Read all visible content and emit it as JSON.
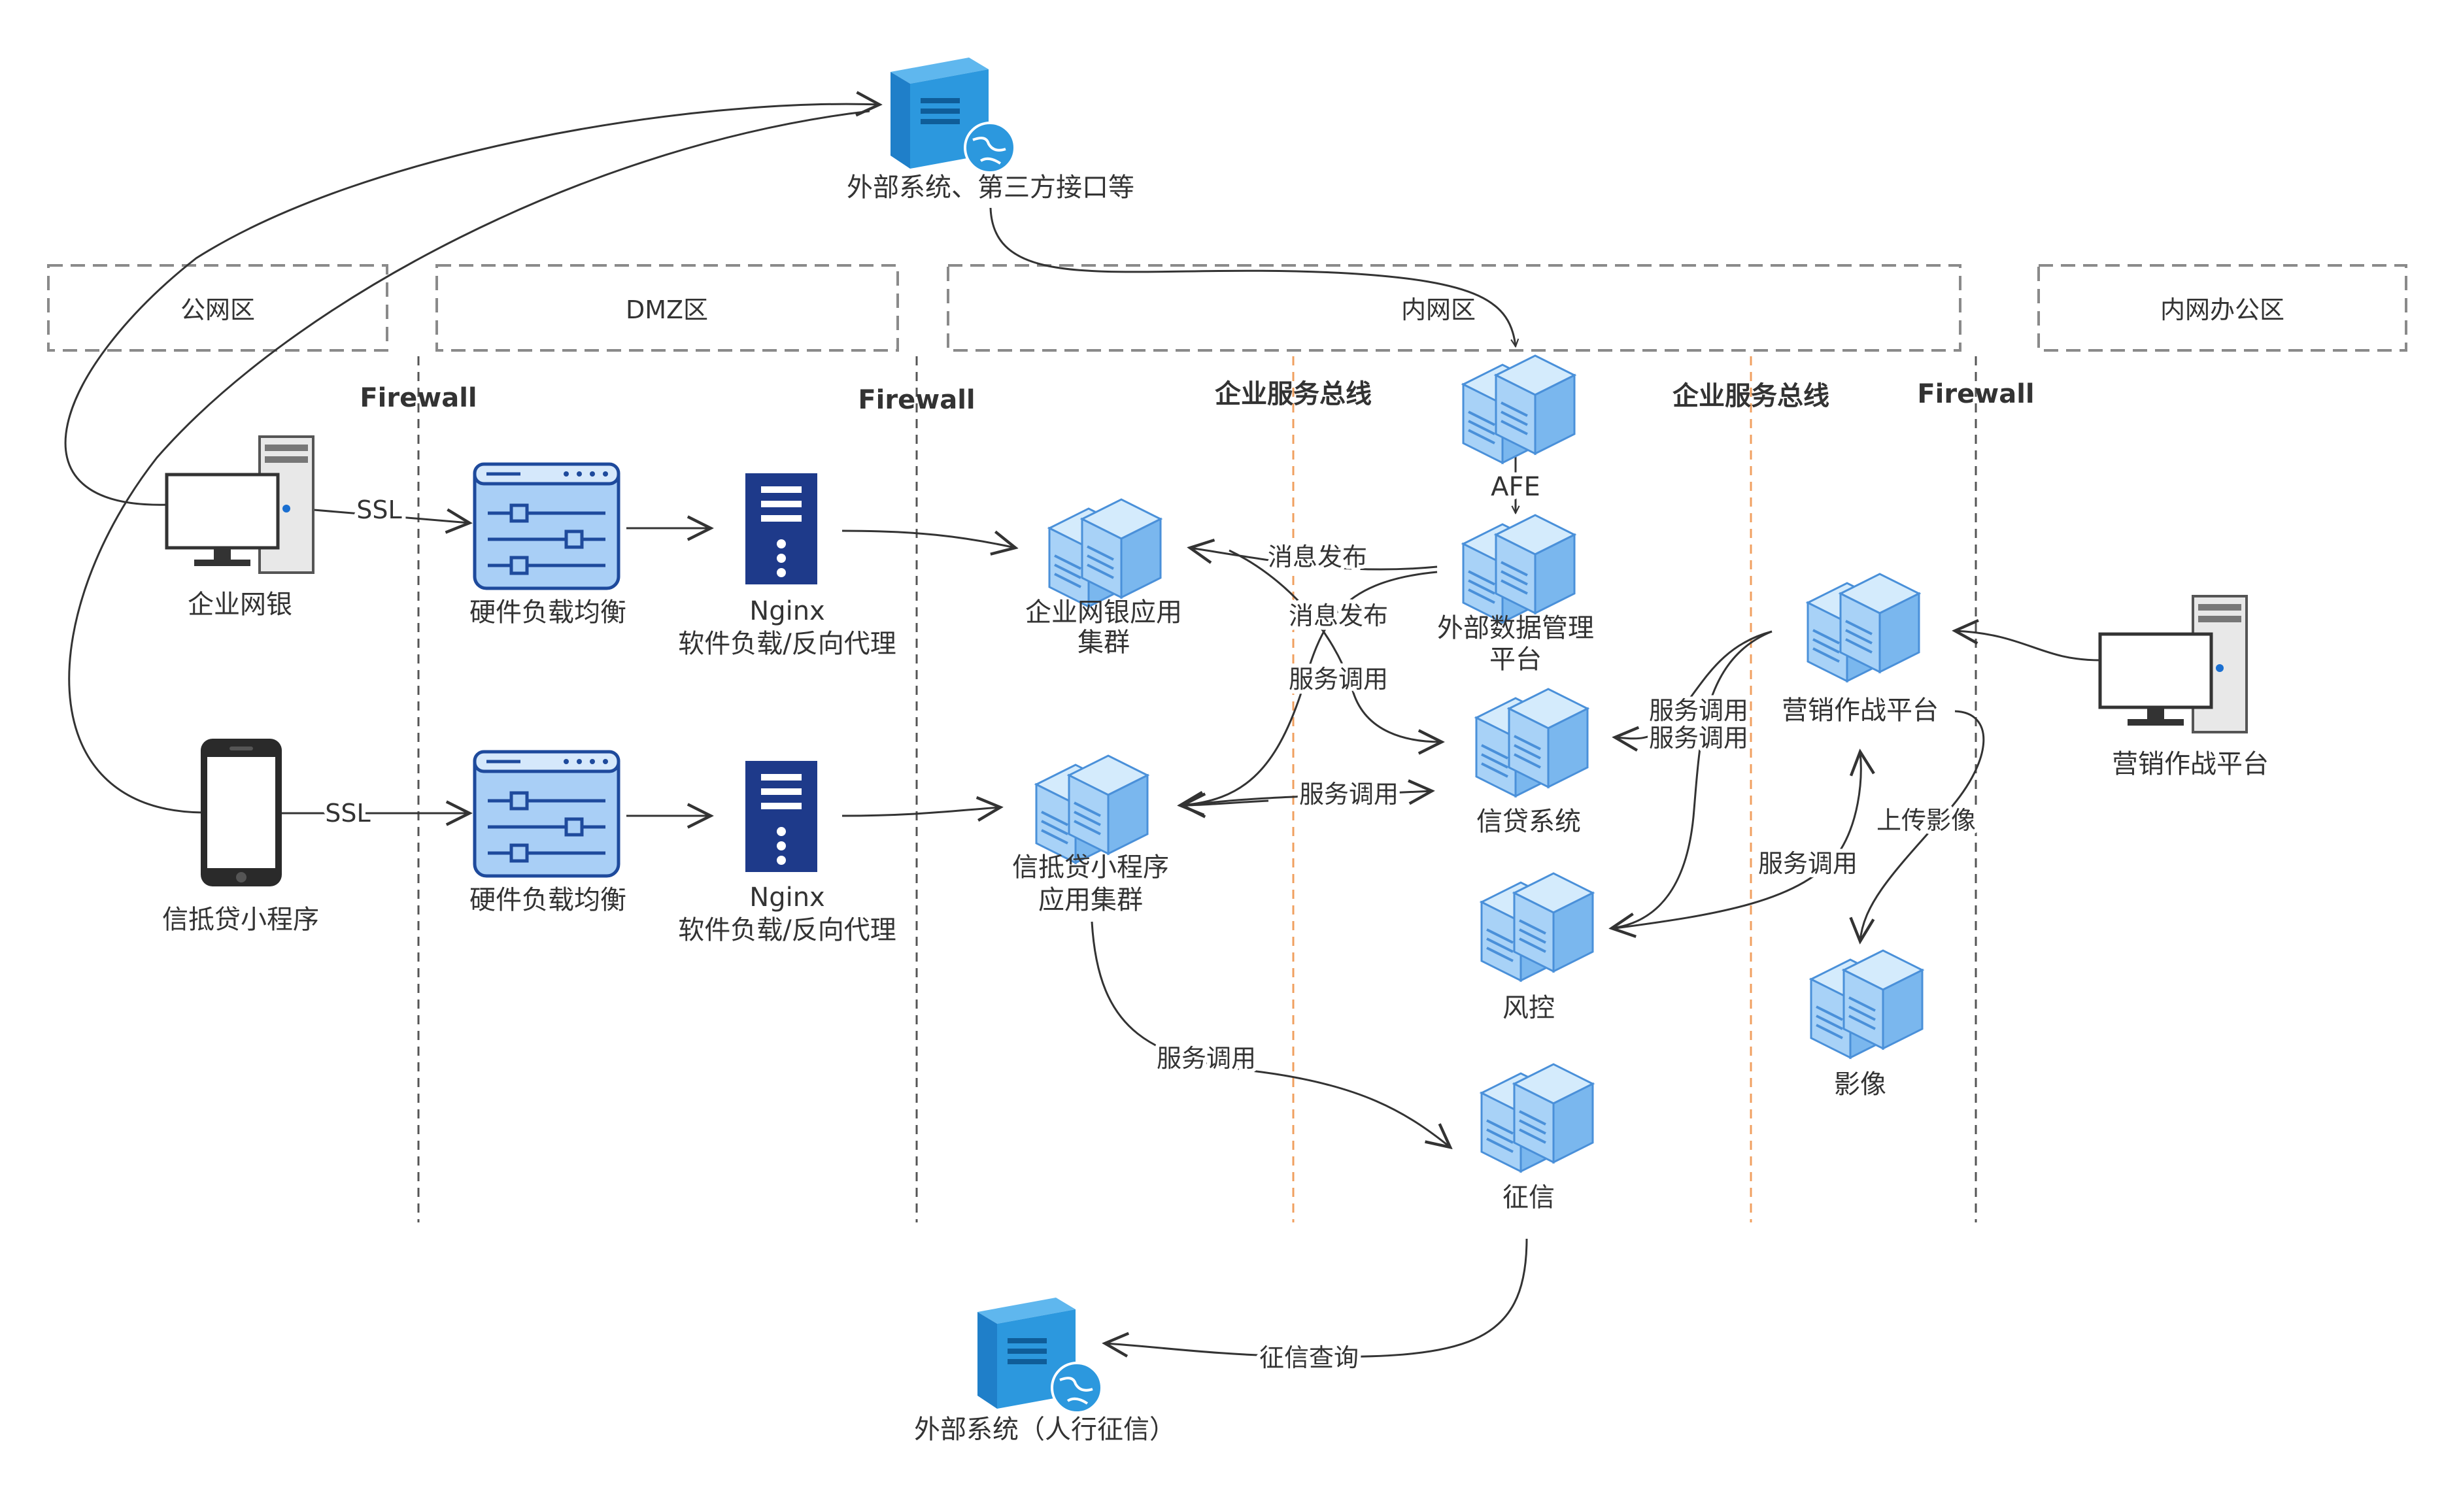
{
  "zones": {
    "public": "公网区",
    "dmz": "DMZ区",
    "intranet": "内网区",
    "office": "内网办公区"
  },
  "dividers": {
    "firewall_1": "Firewall",
    "firewall_2": "Firewall",
    "firewall_3": "Firewall",
    "esb_1": "企业服务总线",
    "esb_2": "企业服务总线"
  },
  "nodes": {
    "external_top": "外部系统、第三方接口等",
    "corp_ebank": "企业网银",
    "credit_mini": "信抵贷小程序",
    "hw_lb_1": "硬件负载均衡",
    "hw_lb_2": "硬件负载均衡",
    "nginx_1": {
      "title": "Nginx",
      "subtitle": "软件负载/反向代理"
    },
    "nginx_2": {
      "title": "Nginx",
      "subtitle": "软件负载/反向代理"
    },
    "ebank_app": {
      "line1": "企业网银应用",
      "line2": "集群"
    },
    "mini_app": {
      "line1": "信抵贷小程序",
      "line2": "应用集群"
    },
    "afe": "AFE",
    "ext_data": {
      "line1": "外部数据管理",
      "line2": "平台"
    },
    "credit_sys": "信贷系统",
    "risk": "风控",
    "credit_ref": "征信",
    "marketing_platform": "营销作战平台",
    "image": "影像",
    "marketing_client": "营销作战平台",
    "external_pboc": "外部系统（人行征信）"
  },
  "edges": {
    "ssl_1": "SSL",
    "ssl_2": "SSL",
    "msg_publish_1": "消息发布",
    "msg_publish_2": "消息发布",
    "service_call_1": "服务调用",
    "service_call_2": "服务调用",
    "service_call_3": "服务调用",
    "service_call_4": "服务调用",
    "service_call_5": "服务调用",
    "service_call_6": "服务调用",
    "upload_image": "上传影像",
    "credit_query": "征信查询"
  },
  "colors": {
    "server_blue": "#8ec5f5",
    "device_blue": "#1e4a9c",
    "lb_fill": "#a9cff6",
    "bus_line": "#f0a060",
    "zone_border": "#8a8a8a"
  }
}
